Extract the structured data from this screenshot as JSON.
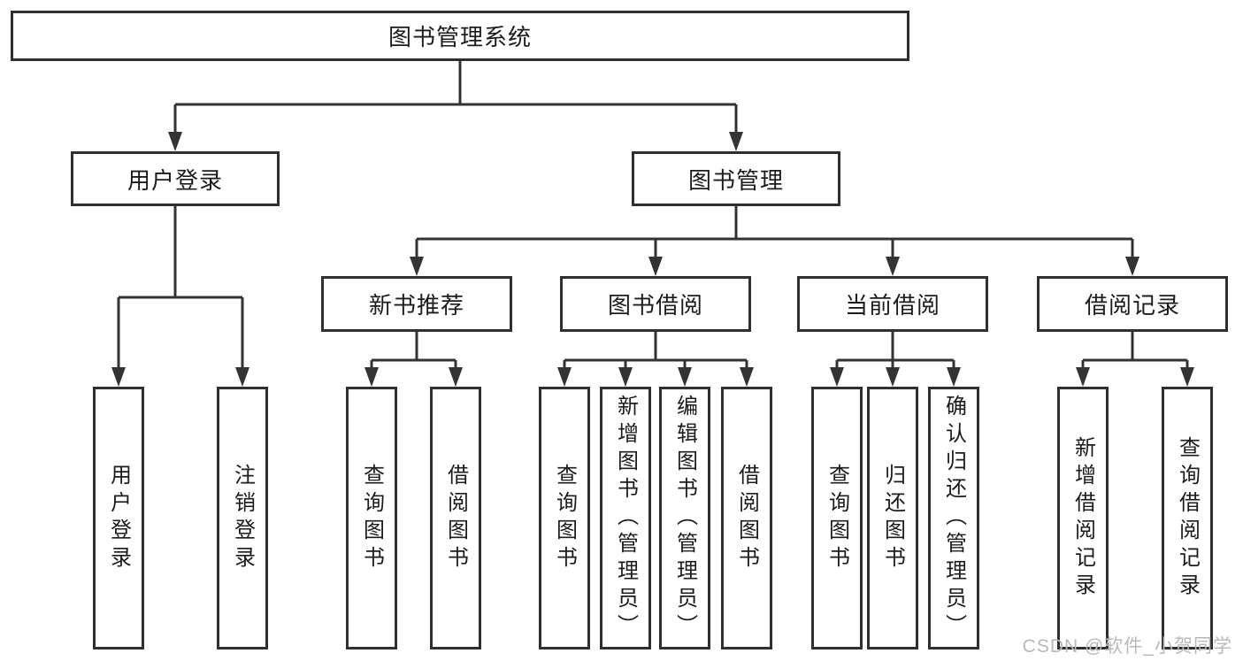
{
  "tree": {
    "root": "图书管理系统",
    "branches": [
      {
        "label": "用户登录",
        "children": [
          "用户登录",
          "注销登录"
        ]
      },
      {
        "label": "图书管理",
        "groups": [
          {
            "label": "新书推荐",
            "children": [
              "查询图书",
              "借阅图书"
            ]
          },
          {
            "label": "图书借阅",
            "children": [
              "查询图书",
              "新增图书（管理员）",
              "编辑图书（管理员）",
              "借阅图书"
            ]
          },
          {
            "label": "当前借阅",
            "children": [
              "查询图书",
              "归还图书",
              "确认归还（管理员）"
            ]
          },
          {
            "label": "借阅记录",
            "children": [
              "新增借阅记录",
              "查询借阅记录"
            ]
          }
        ]
      }
    ]
  },
  "watermark": "CSDN @软件_小贺同学",
  "colors": {
    "line": "#333333",
    "box_border": "#2f2f2f",
    "text": "#1c1c1c",
    "watermark": "#b9b9b9",
    "background": "#ffffff"
  }
}
